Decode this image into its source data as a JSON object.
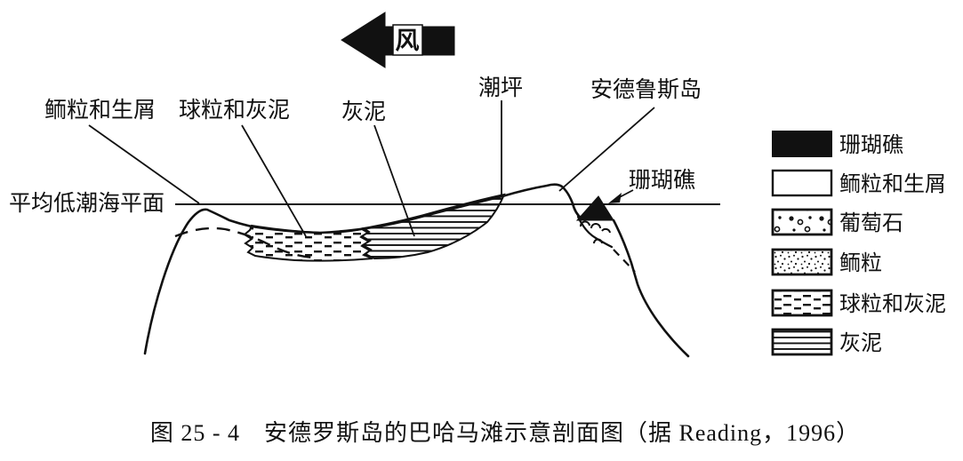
{
  "figure": {
    "wind": {
      "label": "风"
    },
    "sea_level": {
      "label": "平均低潮海平面"
    },
    "annotations": {
      "ooids_bioclasts": "鲕粒和生屑",
      "pellets_and_mud": "球粒和灰泥",
      "lime_mud": "灰泥",
      "tidal_flat": "潮坪",
      "andros_island": "安德鲁斯岛",
      "coral_reef": "珊瑚礁"
    },
    "legend": {
      "items": [
        {
          "id": "coral-reef",
          "label": "珊瑚礁",
          "pattern": "solid-black"
        },
        {
          "id": "ooids-bioclasts",
          "label": "鲕粒和生屑",
          "pattern": "blank"
        },
        {
          "id": "grapestone",
          "label": "葡萄石",
          "pattern": "grapestone-dots"
        },
        {
          "id": "ooids",
          "label": "鲕粒",
          "pattern": "stipple"
        },
        {
          "id": "pellets-mud",
          "label": "球粒和灰泥",
          "pattern": "short-dashes"
        },
        {
          "id": "lime-mud",
          "label": "灰泥",
          "pattern": "horizontal-lines"
        }
      ]
    },
    "caption": "图 25 - 4　安德罗斯岛的巴哈马滩示意剖面图（据 Reading，1996）",
    "colors": {
      "ink": "#111111",
      "paper": "#ffffff"
    }
  }
}
